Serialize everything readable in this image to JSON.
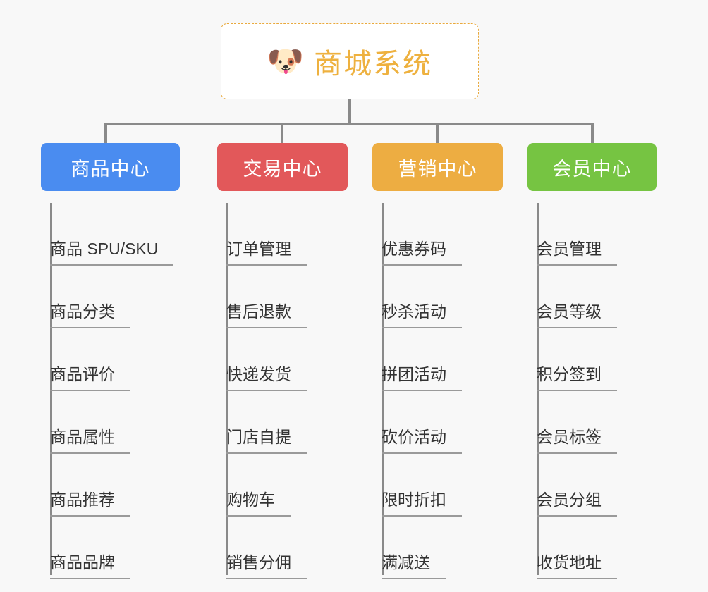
{
  "root": {
    "icon": "dog-face-emoji",
    "emoji": "🐶",
    "title": "商城系统",
    "border_color": "#e9a93c",
    "text_color": "#eeb13f"
  },
  "connector_color": "#8a8a8a",
  "background": "#f8f8f8",
  "columns": [
    {
      "title": "商品中心",
      "color": "#4a8cf0",
      "items": [
        "商品 SPU/SKU",
        "商品分类",
        "商品评价",
        "商品属性",
        "商品推荐",
        "商品品牌"
      ]
    },
    {
      "title": "交易中心",
      "color": "#e2585a",
      "items": [
        "订单管理",
        "售后退款",
        "快递发货",
        "门店自提",
        "购物车",
        "销售分佣"
      ]
    },
    {
      "title": "营销中心",
      "color": "#edad42",
      "items": [
        "优惠券码",
        "秒杀活动",
        "拼团活动",
        "砍价活动",
        "限时折扣",
        "满减送"
      ]
    },
    {
      "title": "会员中心",
      "color": "#76c442",
      "items": [
        "会员管理",
        "会员等级",
        "积分签到",
        "会员标签",
        "会员分组",
        "收货地址"
      ]
    }
  ]
}
